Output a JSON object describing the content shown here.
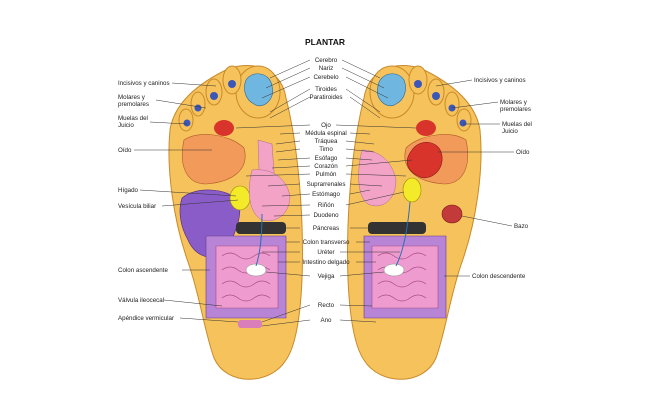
{
  "title": "PLANTAR",
  "left_labels": [
    "Incisivos y caninos",
    "Molares y",
    "premolares",
    "Muelas del",
    "Juicio",
    "Oído",
    "Hígado",
    "Vesícula biliar",
    "Colon ascendente",
    "Válvula ileocecal",
    "Apéndice vermicular"
  ],
  "center_labels": [
    "Cerebro",
    "Nariz",
    "Cerebelo",
    "Tiroides",
    "Paratiroides",
    "Ojo",
    "Médula espinal",
    "Tráquea",
    "Timo",
    "Esófago",
    "Corazón",
    "Pulmón",
    "Suprarrenales",
    "Estómago",
    "Riñón",
    "Duodeno",
    "Páncreas",
    "Colon transverso",
    "Uréter",
    "Intestino delgado",
    "Vejiga",
    "Recto",
    "Ano"
  ],
  "right_labels": [
    "Incisivos y caninos",
    "Molares y",
    "premolares",
    "Muelas del",
    "Juicio",
    "Oído",
    "Bazo",
    "Colon descendente"
  ],
  "colors": {
    "foot": "#f6c25b",
    "foot_outline": "#c98a2a",
    "brain": "#6fb6e0",
    "liver": "#8a5cc8",
    "heart": "#d8342b",
    "lungs": "#f29a5a",
    "stomach": "#f2a3c6",
    "intestine": "#ee9ccf",
    "gallbladder": "#f3ea2a",
    "spleen": "#c33a3a"
  }
}
